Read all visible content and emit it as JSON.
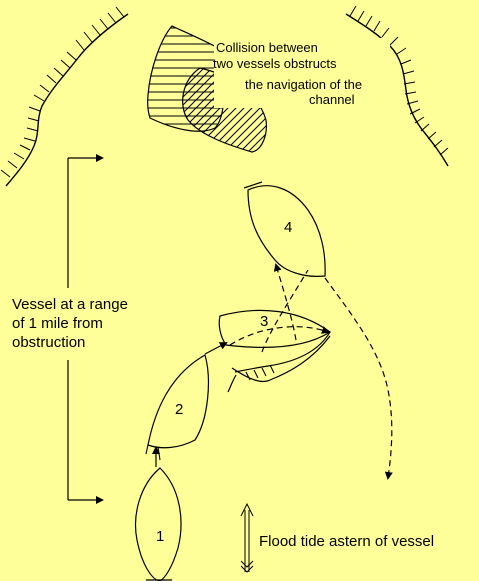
{
  "collision_note": {
    "line1": "Collision between",
    "line2": "two vessels obstructs",
    "line3": "the navigation of the",
    "line4": "channel"
  },
  "range_note": {
    "line1": "Vessel at a range",
    "line2": "of 1 mile from",
    "line3": "obstruction"
  },
  "tide_note": "Flood tide astern of vessel",
  "vessel_positions": [
    "1",
    "2",
    "3",
    "4"
  ],
  "colors": {
    "background": "#FFFF99",
    "ink": "#000000"
  }
}
